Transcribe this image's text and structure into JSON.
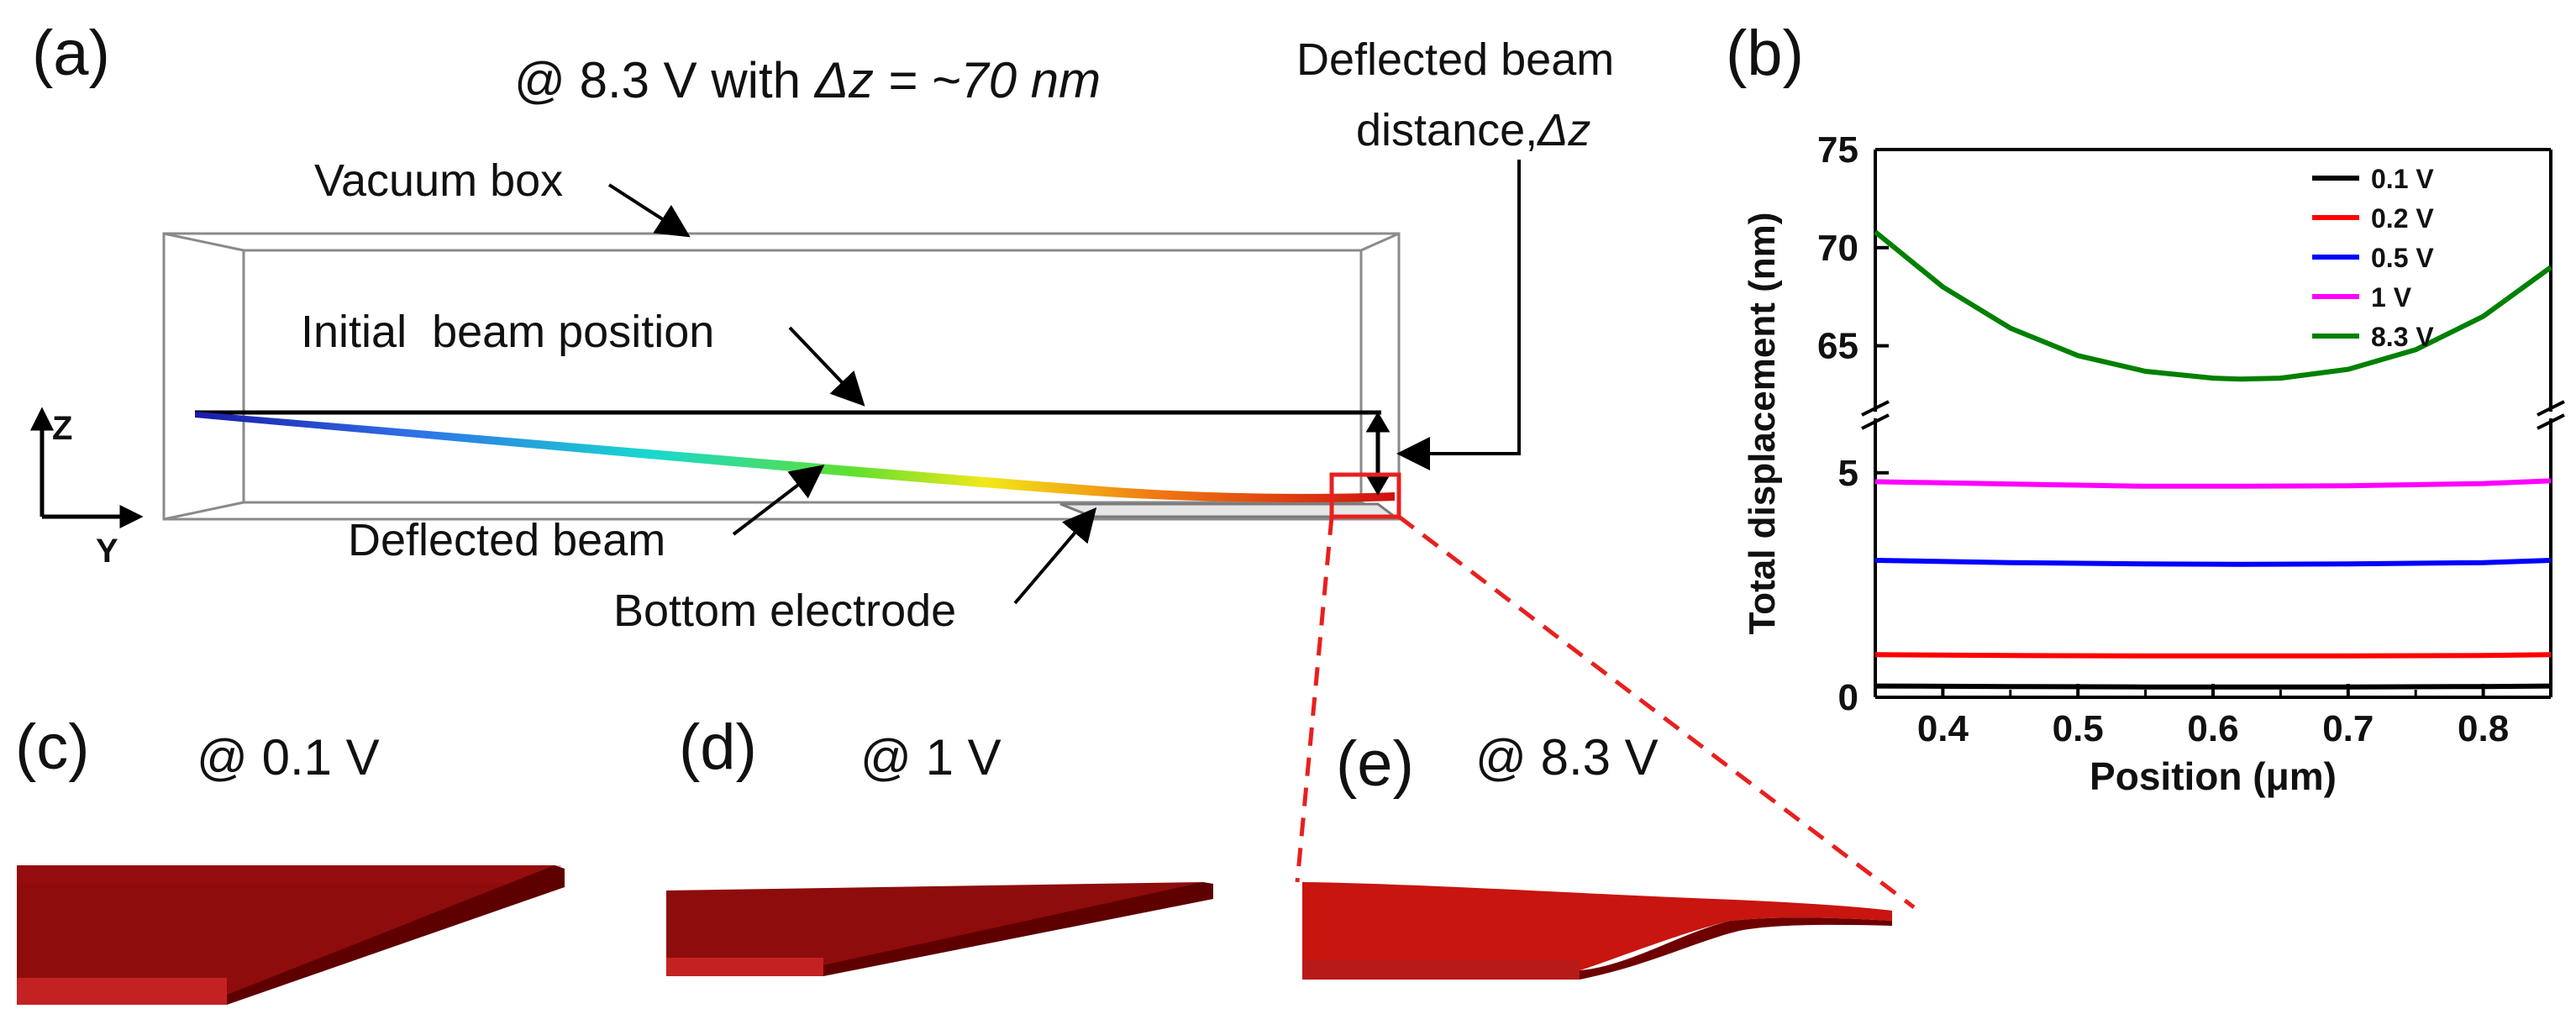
{
  "panel_a": {
    "label": "(a)",
    "title_prefix": "@ 8.3 V with ",
    "title_italic": "Δz = ~70 nm",
    "vacuum_box": "Vacuum box",
    "initial_beam": "Initial  beam position",
    "deflected_beam": "Deflected beam",
    "bottom_electrode": "Bottom electrode",
    "deflected_distance_line1": "Deflected beam",
    "deflected_distance_line2": "distance,",
    "deflected_distance_symbol": "Δz",
    "axis_z": "Z",
    "axis_y": "Y"
  },
  "panel_b": {
    "label": "(b)"
  },
  "panel_c": {
    "label": "(c)",
    "caption": "@ 0.1 V"
  },
  "panel_d": {
    "label": "(d)",
    "caption": "@ 1 V"
  },
  "panel_e": {
    "label": "(e)",
    "caption": "@ 8.3 V"
  },
  "colors": {
    "beam_red": "#b01010",
    "beam_dark": "#6e0000",
    "zoom_red": "#e8201e"
  },
  "chart_data": {
    "type": "line",
    "xlabel": "Position (μm)",
    "ylabel": "Total displacement (nm)",
    "xlim": [
      0.35,
      0.85
    ],
    "x_ticks": [
      "0.4",
      "0.5",
      "0.6",
      "0.7",
      "0.8"
    ],
    "y_ticks_lower": [
      "0",
      "5"
    ],
    "y_ticks_upper": [
      "65",
      "70",
      "75"
    ],
    "y_break": "between 5 and 63",
    "legend_placement": "top-right",
    "series": [
      {
        "name": "0.1 V",
        "color": "#000000",
        "x": [
          0.35,
          0.45,
          0.55,
          0.62,
          0.7,
          0.8,
          0.85
        ],
        "values": [
          0.25,
          0.24,
          0.23,
          0.23,
          0.23,
          0.24,
          0.25
        ]
      },
      {
        "name": "0.2 V",
        "color": "#ff0000",
        "x": [
          0.35,
          0.45,
          0.55,
          0.62,
          0.7,
          0.8,
          0.85
        ],
        "values": [
          0.95,
          0.93,
          0.92,
          0.92,
          0.92,
          0.93,
          0.95
        ]
      },
      {
        "name": "0.5 V",
        "color": "#0000ff",
        "x": [
          0.35,
          0.45,
          0.55,
          0.62,
          0.7,
          0.8,
          0.85
        ],
        "values": [
          3.05,
          3.0,
          2.97,
          2.96,
          2.97,
          3.0,
          3.05
        ]
      },
      {
        "name": "1 V",
        "color": "#ff00ff",
        "x": [
          0.35,
          0.45,
          0.55,
          0.62,
          0.7,
          0.8,
          0.85
        ],
        "values": [
          4.8,
          4.75,
          4.7,
          4.7,
          4.71,
          4.76,
          4.82
        ]
      },
      {
        "name": "8.3 V",
        "color": "#008000",
        "x": [
          0.35,
          0.4,
          0.45,
          0.5,
          0.55,
          0.6,
          0.62,
          0.65,
          0.7,
          0.75,
          0.8,
          0.85
        ],
        "values": [
          70.8,
          68.0,
          65.9,
          64.5,
          63.7,
          63.35,
          63.3,
          63.35,
          63.8,
          64.8,
          66.5,
          69.0
        ]
      }
    ]
  }
}
